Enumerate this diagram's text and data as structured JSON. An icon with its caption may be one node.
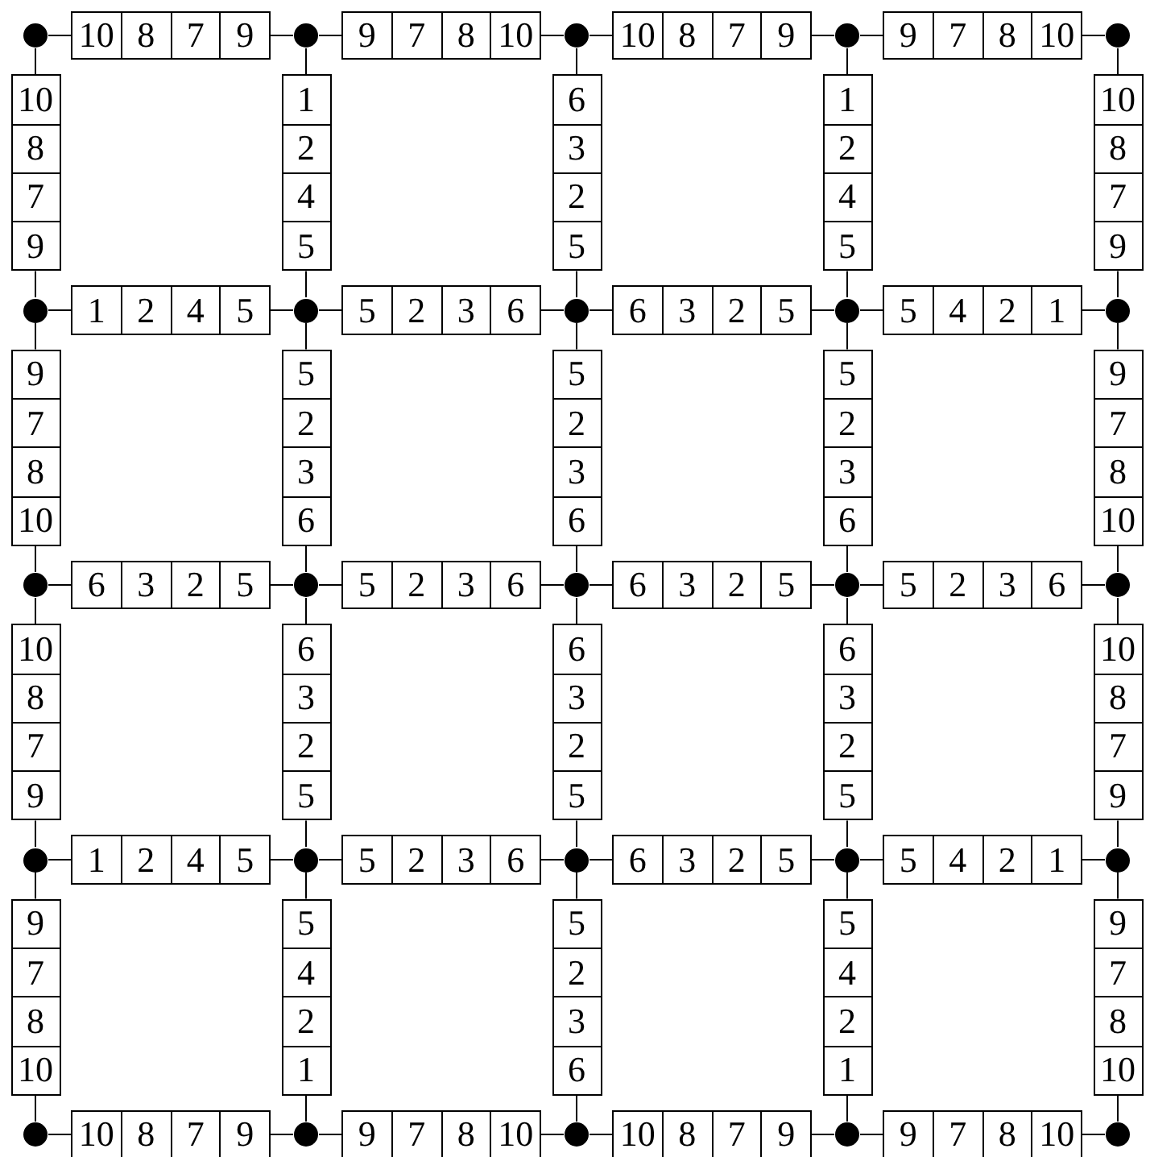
{
  "diagram": {
    "nodes": [
      {
        "text": [],
        "shape": "circle"
      },
      {
        "text": [
          "10",
          "8",
          "7",
          "9"
        ]
      },
      {
        "text": [],
        "shape": "circle"
      },
      {
        "text": [
          "9",
          "7",
          "8",
          "10"
        ]
      },
      {
        "text": [],
        "shape": "circle"
      },
      {
        "text": [
          "10",
          "8",
          "7",
          "9"
        ]
      },
      {
        "text": [],
        "shape": "circle"
      },
      {
        "text": [
          "9",
          "7",
          "8",
          "10"
        ]
      },
      {
        "text": [],
        "shape": "circle"
      },
      {
        "text": [
          "10",
          "8",
          "7",
          "9"
        ]
      },
      {
        "text": [
          "1",
          "2",
          "4",
          "5"
        ]
      },
      {
        "text": [
          "6",
          "3",
          "2",
          "5"
        ]
      },
      {
        "text": [
          "1",
          "2",
          "4",
          "5"
        ]
      },
      {
        "text": [
          "10",
          "8",
          "7",
          "9"
        ]
      },
      {
        "text": [],
        "shape": "circle"
      },
      {
        "text": [
          "1",
          "2",
          "4",
          "5"
        ]
      },
      {
        "text": [],
        "shape": "circle"
      },
      {
        "text": [
          "5",
          "2",
          "3",
          "6"
        ]
      },
      {
        "text": [],
        "shape": "circle"
      },
      {
        "text": [
          "6",
          "3",
          "2",
          "5"
        ]
      },
      {
        "text": [],
        "shape": "circle"
      },
      {
        "text": [
          "5",
          "4",
          "2",
          "1"
        ]
      },
      {
        "text": [],
        "shape": "circle"
      },
      {
        "text": [
          "9",
          "7",
          "8",
          "10"
        ]
      },
      {
        "text": [
          "5",
          "2",
          "3",
          "6"
        ]
      },
      {
        "text": [
          "5",
          "2",
          "3",
          "6"
        ]
      },
      {
        "text": [
          "5",
          "2",
          "3",
          "6"
        ]
      },
      {
        "text": [
          "9",
          "7",
          "8",
          "10"
        ]
      },
      {
        "text": [],
        "shape": "circle"
      },
      {
        "text": [
          "6",
          "3",
          "2",
          "5"
        ]
      },
      {
        "text": [],
        "shape": "circle"
      },
      {
        "text": [
          "5",
          "2",
          "3",
          "6"
        ]
      },
      {
        "text": [],
        "shape": "circle"
      },
      {
        "text": [
          "6",
          "3",
          "2",
          "5"
        ]
      },
      {
        "text": [],
        "shape": "circle"
      },
      {
        "text": [
          "5",
          "2",
          "3",
          "6"
        ]
      },
      {
        "text": [],
        "shape": "circle"
      },
      {
        "text": [
          "10",
          "8",
          "7",
          "9"
        ]
      },
      {
        "text": [
          "6",
          "3",
          "2",
          "5"
        ]
      },
      {
        "text": [
          "6",
          "3",
          "2",
          "5"
        ]
      },
      {
        "text": [
          "6",
          "3",
          "2",
          "5"
        ]
      },
      {
        "text": [
          "10",
          "8",
          "7",
          "9"
        ]
      },
      {
        "text": [],
        "shape": "circle"
      },
      {
        "text": [
          "1",
          "2",
          "4",
          "5"
        ]
      },
      {
        "text": [],
        "shape": "circle"
      },
      {
        "text": [
          "5",
          "2",
          "3",
          "6"
        ]
      },
      {
        "text": [],
        "shape": "circle"
      },
      {
        "text": [
          "6",
          "3",
          "2",
          "5"
        ]
      },
      {
        "text": [],
        "shape": "circle"
      },
      {
        "text": [
          "5",
          "4",
          "2",
          "1"
        ]
      },
      {
        "text": [],
        "shape": "circle"
      },
      {
        "text": [
          "9",
          "7",
          "8",
          "10"
        ]
      },
      {
        "text": [
          "5",
          "4",
          "2",
          "1"
        ]
      },
      {
        "text": [
          "5",
          "2",
          "3",
          "6"
        ]
      },
      {
        "text": [
          "5",
          "4",
          "2",
          "1"
        ]
      },
      {
        "text": [
          "9",
          "7",
          "8",
          "10"
        ]
      },
      {
        "text": [],
        "shape": "circle"
      },
      {
        "text": [
          "10",
          "8",
          "7",
          "9"
        ]
      },
      {
        "text": [],
        "shape": "circle"
      },
      {
        "text": [
          "9",
          "7",
          "8",
          "10"
        ]
      },
      {
        "text": [],
        "shape": "circle"
      },
      {
        "text": [
          "10",
          "8",
          "7",
          "9"
        ]
      },
      {
        "text": [],
        "shape": "circle"
      },
      {
        "text": [
          "9",
          "7",
          "8",
          "10"
        ]
      },
      {
        "text": [],
        "shape": "circle"
      }
    ],
    "edges": [
      {
        "from": 0,
        "to": 1,
        "arrow": "none"
      },
      {
        "from": 1,
        "to": 2,
        "arrow": "none"
      },
      {
        "from": 2,
        "to": 3,
        "arrow": "none"
      },
      {
        "from": 3,
        "to": 4,
        "arrow": "none"
      },
      {
        "from": 4,
        "to": 5,
        "arrow": "none"
      },
      {
        "from": 5,
        "to": 6,
        "arrow": "none"
      },
      {
        "from": 6,
        "to": 7,
        "arrow": "none"
      },
      {
        "from": 7,
        "to": 8,
        "arrow": "none"
      },
      {
        "from": 0,
        "to": 9,
        "arrow": "none"
      },
      {
        "from": 9,
        "to": 14,
        "arrow": "none"
      },
      {
        "from": 2,
        "to": 10,
        "arrow": "none"
      },
      {
        "from": 10,
        "to": 16,
        "arrow": "none"
      },
      {
        "from": 4,
        "to": 11,
        "arrow": "none"
      },
      {
        "from": 11,
        "to": 18,
        "arrow": "none"
      },
      {
        "from": 6,
        "to": 12,
        "arrow": "none"
      },
      {
        "from": 12,
        "to": 20,
        "arrow": "none"
      },
      {
        "from": 8,
        "to": 13,
        "arrow": "none"
      },
      {
        "from": 13,
        "to": 22,
        "arrow": "none"
      },
      {
        "from": 14,
        "to": 15,
        "arrow": "none"
      },
      {
        "from": 15,
        "to": 16,
        "arrow": "none"
      },
      {
        "from": 16,
        "to": 17,
        "arrow": "none"
      },
      {
        "from": 17,
        "to": 18,
        "arrow": "none"
      },
      {
        "from": 18,
        "to": 19,
        "arrow": "none"
      },
      {
        "from": 19,
        "to": 20,
        "arrow": "none"
      },
      {
        "from": 20,
        "to": 21,
        "arrow": "none"
      },
      {
        "from": 21,
        "to": 22,
        "arrow": "none"
      },
      {
        "from": 14,
        "to": 23,
        "arrow": "none"
      },
      {
        "from": 23,
        "to": 28,
        "arrow": "none"
      },
      {
        "from": 16,
        "to": 24,
        "arrow": "none"
      },
      {
        "from": 24,
        "to": 30,
        "arrow": "none"
      },
      {
        "from": 18,
        "to": 25,
        "arrow": "none"
      },
      {
        "from": 25,
        "to": 32,
        "arrow": "none"
      },
      {
        "from": 20,
        "to": 26,
        "arrow": "none"
      },
      {
        "from": 26,
        "to": 34,
        "arrow": "none"
      },
      {
        "from": 22,
        "to": 27,
        "arrow": "none"
      },
      {
        "from": 27,
        "to": 36,
        "arrow": "none"
      },
      {
        "from": 28,
        "to": 29,
        "arrow": "none"
      },
      {
        "from": 29,
        "to": 30,
        "arrow": "none"
      },
      {
        "from": 30,
        "to": 31,
        "arrow": "none"
      },
      {
        "from": 31,
        "to": 32,
        "arrow": "none"
      },
      {
        "from": 32,
        "to": 33,
        "arrow": "none"
      },
      {
        "from": 33,
        "to": 34,
        "arrow": "none"
      },
      {
        "from": 34,
        "to": 35,
        "arrow": "none"
      },
      {
        "from": 35,
        "to": 36,
        "arrow": "none"
      },
      {
        "from": 28,
        "to": 37,
        "arrow": "none"
      },
      {
        "from": 37,
        "to": 42,
        "arrow": "none"
      },
      {
        "from": 30,
        "to": 38,
        "arrow": "none"
      },
      {
        "from": 38,
        "to": 44,
        "arrow": "none"
      },
      {
        "from": 32,
        "to": 39,
        "arrow": "none"
      },
      {
        "from": 39,
        "to": 46,
        "arrow": "none"
      },
      {
        "from": 34,
        "to": 40,
        "arrow": "none"
      },
      {
        "from": 40,
        "to": 48,
        "arrow": "none"
      },
      {
        "from": 36,
        "to": 41,
        "arrow": "none"
      },
      {
        "from": 41,
        "to": 50,
        "arrow": "none"
      },
      {
        "from": 42,
        "to": 43,
        "arrow": "none"
      },
      {
        "from": 43,
        "to": 44,
        "arrow": "none"
      },
      {
        "from": 44,
        "to": 45,
        "arrow": "none"
      },
      {
        "from": 45,
        "to": 46,
        "arrow": "none"
      },
      {
        "from": 46,
        "to": 47,
        "arrow": "none"
      },
      {
        "from": 47,
        "to": 48,
        "arrow": "none"
      },
      {
        "from": 48,
        "to": 49,
        "arrow": "none"
      },
      {
        "from": 49,
        "to": 50,
        "arrow": "none"
      },
      {
        "from": 42,
        "to": 51,
        "arrow": "none"
      },
      {
        "from": 51,
        "to": 56,
        "arrow": "none"
      },
      {
        "from": 44,
        "to": 52,
        "arrow": "none"
      },
      {
        "from": 52,
        "to": 58,
        "arrow": "none"
      },
      {
        "from": 46,
        "to": 53,
        "arrow": "none"
      },
      {
        "from": 53,
        "to": 60,
        "arrow": "none"
      },
      {
        "from": 48,
        "to": 54,
        "arrow": "none"
      },
      {
        "from": 54,
        "to": 62,
        "arrow": "none"
      },
      {
        "from": 50,
        "to": 55,
        "arrow": "none"
      },
      {
        "from": 55,
        "to": 64,
        "arrow": "none"
      },
      {
        "from": 56,
        "to": 57,
        "arrow": "none"
      },
      {
        "from": 57,
        "to": 58,
        "arrow": "none"
      },
      {
        "from": 58,
        "to": 59,
        "arrow": "none"
      },
      {
        "from": 59,
        "to": 60,
        "arrow": "none"
      },
      {
        "from": 60,
        "to": 61,
        "arrow": "none"
      },
      {
        "from": 61,
        "to": 62,
        "arrow": "none"
      },
      {
        "from": 62,
        "to": 63,
        "arrow": "none"
      },
      {
        "from": 63,
        "to": 64,
        "arrow": "none"
      }
    ]
  }
}
